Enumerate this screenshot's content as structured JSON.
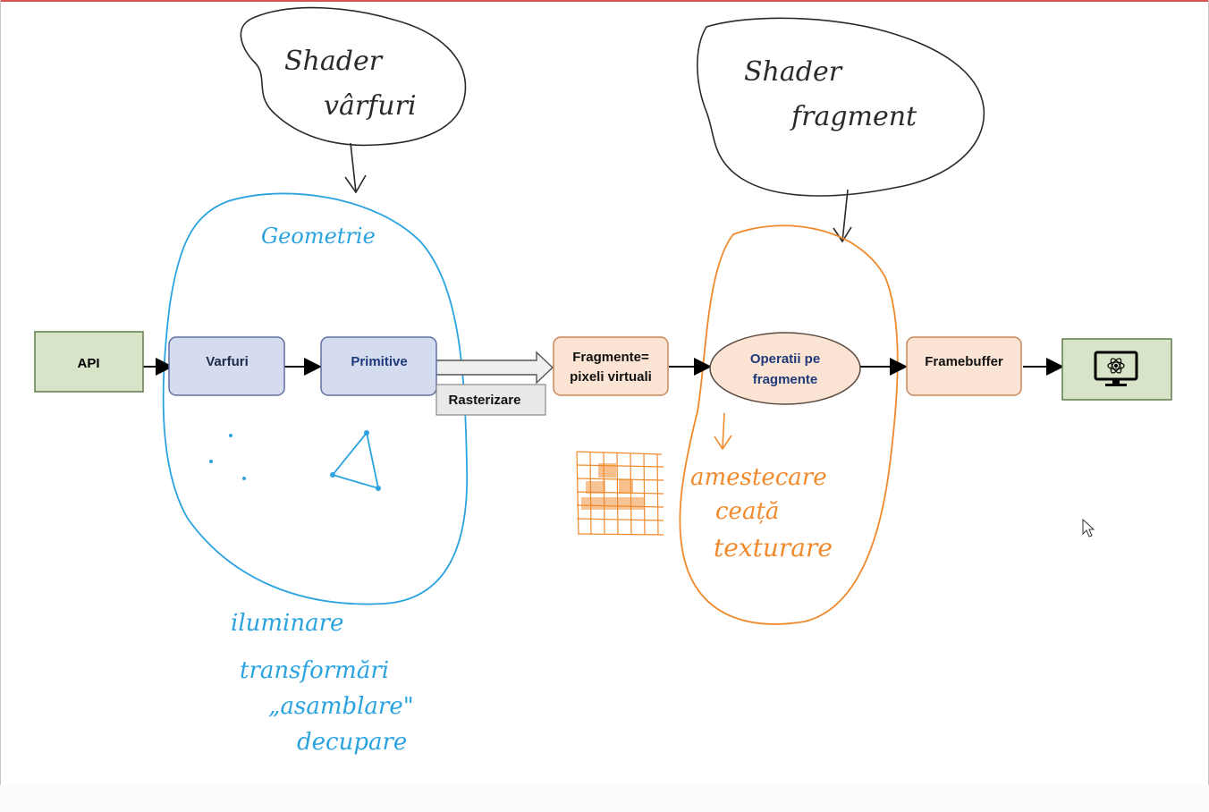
{
  "diagram": {
    "nodes": {
      "api": "API",
      "varfuri": "Varfuri",
      "primitive": "Primitive",
      "rasterizare": "Rasterizare",
      "fragmente_line1": "Fragmente=",
      "fragmente_line2": "pixeli virtuali",
      "operatii_line1": "Operatii pe",
      "operatii_line2": "fragmente",
      "framebuffer": "Framebuffer"
    },
    "annotations": {
      "shader_varfuri": [
        "Shader",
        "vârfuri"
      ],
      "shader_fragment": [
        "Shader",
        "fragment"
      ],
      "geometrie": "Geometrie",
      "geometry_notes": [
        "iluminare",
        "transformări",
        "„asamblare\"",
        "decupare"
      ],
      "fragment_notes": [
        "amestecare",
        "ceață",
        "texturare"
      ]
    },
    "colors": {
      "blue_node_fill": "#d6dcf0",
      "blue_node_stroke": "#5f6f9f",
      "green_node_fill": "#d7e4c8",
      "green_node_stroke": "#5f7d4a",
      "orange_node_fill": "#fbe4d3",
      "orange_node_stroke": "#c8875a",
      "hand_blue": "#2aa3e0",
      "hand_orange": "#f08a2c",
      "ink": "#2a2a2a"
    },
    "icons": [
      "monitor-icon",
      "atom-icon",
      "cursor-icon"
    ]
  }
}
